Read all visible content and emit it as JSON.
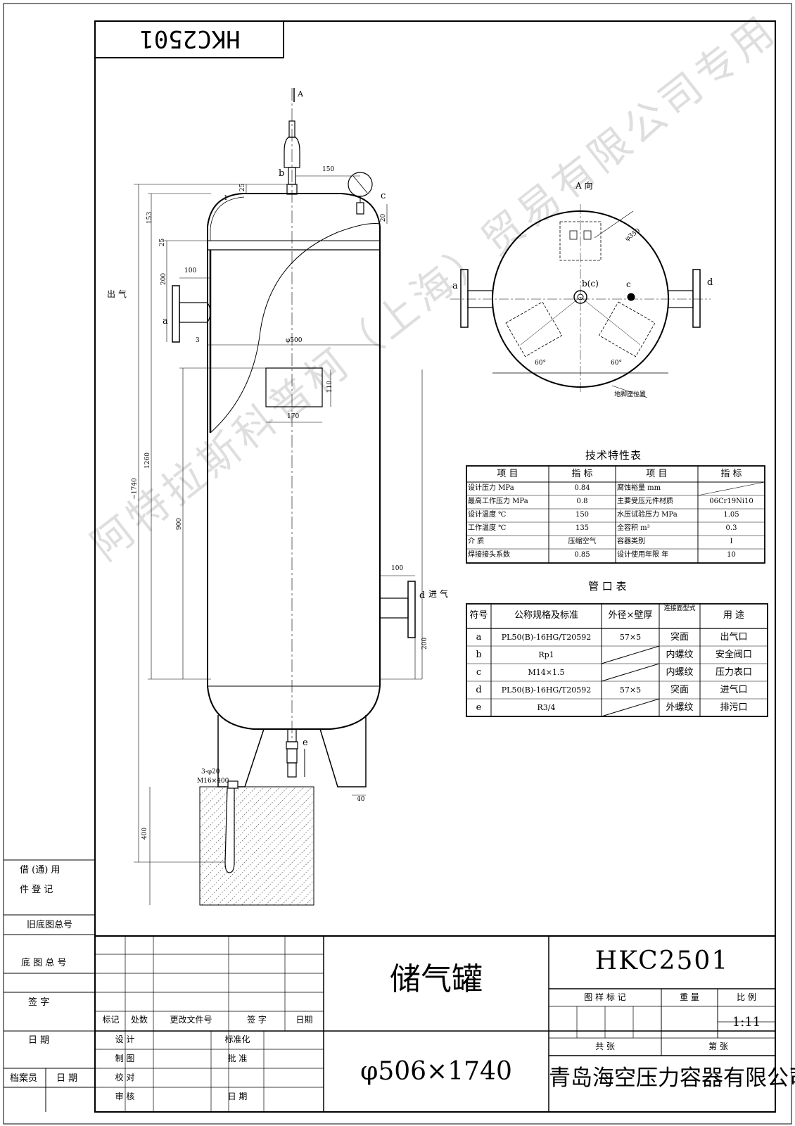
{
  "drawing_number_rotated": "HKC2501",
  "view_labels": {
    "section_arrow": "A",
    "view_a_title": "A 向",
    "outlet_label": "出  气",
    "inlet_label": "进  气",
    "support_note": "地脚座位置",
    "anchor_bolt_note1": "3-φ20",
    "anchor_bolt_note2": "M16×400"
  },
  "nozzle_letters": [
    "a",
    "b",
    "c",
    "d",
    "e",
    "b(c)"
  ],
  "dimensions": {
    "d150": "150",
    "d25a": "25",
    "d20": "20",
    "d153": "153",
    "d25b": "25",
    "d200a": "200",
    "d100a": "100",
    "d3": "3",
    "phi500": "φ500",
    "d110": "110",
    "d170": "170",
    "d1740": "~1740",
    "d1260": "1260",
    "d900": "900",
    "d100b": "100",
    "d200b": "200",
    "d400": "400",
    "d40": "40",
    "phi350": "φ350",
    "ang60a": "60°",
    "ang60b": "60°",
    "d1": "1"
  },
  "tech_table": {
    "title": "技术特性表",
    "headers": [
      "项    目",
      "指    标",
      "项    目",
      "指    标"
    ],
    "rows": [
      [
        "设计压力    MPa",
        "0.84",
        "腐蚀裕量       mm",
        ""
      ],
      [
        "最高工作压力  MPa",
        "0.8",
        "主要受压元件材质",
        "06Cr19Ni10"
      ],
      [
        "设计温度     ℃",
        "150",
        "水压试验压力  MPa",
        "1.05"
      ],
      [
        "工作温度     ℃",
        "135",
        "全容积       m³",
        "0.3"
      ],
      [
        "介    质",
        "压缩空气",
        "容器类别",
        "I"
      ],
      [
        "焊接接头系数",
        "0.85",
        "设计使用年限    年",
        "10"
      ]
    ]
  },
  "nozzle_table": {
    "title": "管  口  表",
    "headers": [
      "符号",
      "公称规格及标准",
      "外径×壁厚",
      "连接面型式",
      "用    途"
    ],
    "rows": [
      [
        "a",
        "PL50(B)-16HG/T20592",
        "57×5",
        "突面",
        "出气口"
      ],
      [
        "b",
        "Rp1",
        "",
        "内螺纹",
        "安全阀口"
      ],
      [
        "c",
        "M14×1.5",
        "",
        "内螺纹",
        "压力表口"
      ],
      [
        "d",
        "PL50(B)-16HG/T20592",
        "57×5",
        "突面",
        "进气口"
      ],
      [
        "e",
        "R3/4",
        "",
        "外螺纹",
        "排污口"
      ]
    ]
  },
  "left_strip": {
    "borrow": "借 (通) 用",
    "register": "件   登   记",
    "old_base": "旧底图总号",
    "base": "底 图 总 号",
    "sign": "签    字",
    "date": "日    期",
    "archivist": "档案员",
    "archive_date": "日  期"
  },
  "title_block": {
    "rev_headers": [
      "标记",
      "处数",
      "更改文件号",
      "签  字",
      "日期"
    ],
    "roles_left": [
      "设  计",
      "制  图",
      "校  对",
      "审  核"
    ],
    "roles_right": [
      "标准化",
      "批  准",
      "",
      "日  期"
    ],
    "product_name": "储气罐",
    "product_size": "φ506×1740",
    "drawing_number": "HKC2501",
    "stage_label": "图  样  标  记",
    "weight_label": "重  量",
    "scale_label": "比  例",
    "scale_value": "1:11",
    "total_sheets": "共    张",
    "sheet_no": "第    张",
    "company": "青岛海空压力容器有限公司"
  },
  "watermark": "阿特拉斯科普柯（上海）贸易有限公司专用"
}
